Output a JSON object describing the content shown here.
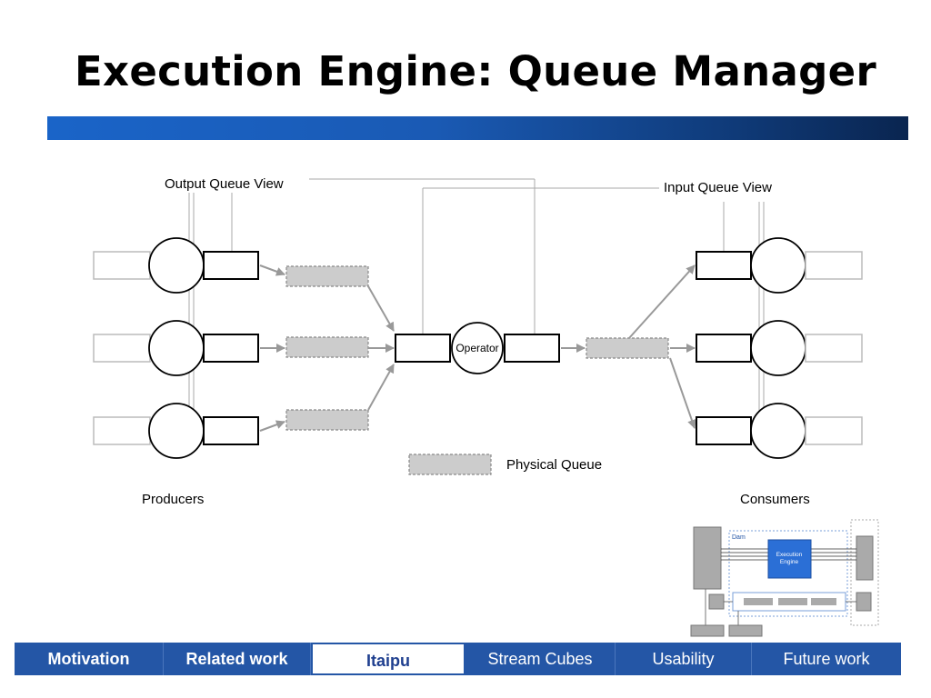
{
  "title": "Execution Engine: Queue Manager",
  "diagram": {
    "output_queue_view_label": "Output Queue View",
    "input_queue_view_label": "Input Queue View",
    "operator_label": "Operator",
    "physical_queue_legend": "Physical Queue",
    "producers_label": "Producers",
    "consumers_label": "Consumers"
  },
  "thumbnail": {
    "dam_label": "Dam",
    "engine_label_line1": "Execution",
    "engine_label_line2": "Engine"
  },
  "nav": {
    "items": [
      "Motivation",
      "Related work",
      "Itaipu",
      "Stream Cubes",
      "Usability",
      "Future work"
    ],
    "active": "Itaipu"
  },
  "colors": {
    "nav_background": "#2456a6",
    "title_bar": "#1a5ab4",
    "physical_queue_fill": "#cccccc",
    "arrow": "#999999"
  }
}
